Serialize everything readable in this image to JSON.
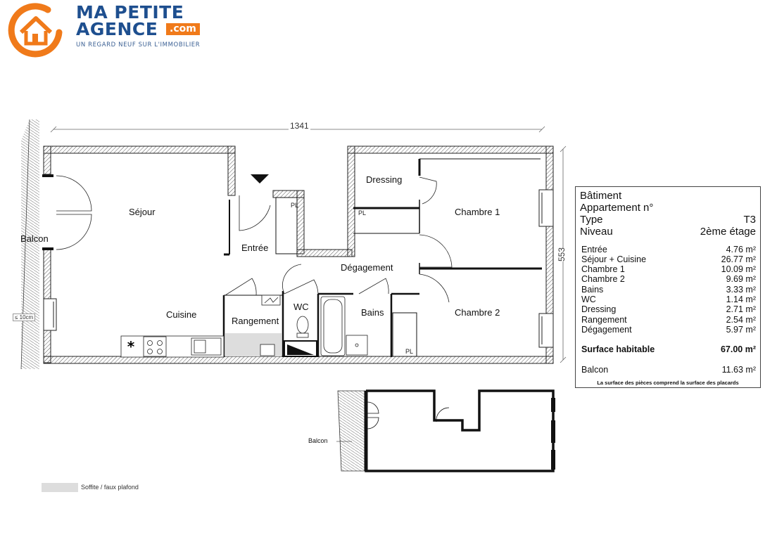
{
  "logo": {
    "line1": "MA PETITE",
    "line2": "AGENCE",
    "com": ".com",
    "tagline": "UN REGARD NEUF SUR L'IMMOBILIER",
    "color_orange": "#f07a1a",
    "color_blue": "#1e4f8f"
  },
  "plan": {
    "dimension_width": "1341",
    "dimension_height": "553",
    "rooms": {
      "sejour": "Séjour",
      "balcon": "Balcon",
      "entree": "Entrée",
      "dressing": "Dressing",
      "chambre1": "Chambre 1",
      "degagement": "Dégagement",
      "cuisine": "Cuisine",
      "rangement": "Rangement",
      "wc": "WC",
      "bains": "Bains",
      "chambre2": "Chambre 2"
    },
    "pl_label": "PL",
    "balcon_depth": "≤ 10cm",
    "mini_balcon": "Balcon",
    "legend_text": "Soffite / faux plafond"
  },
  "info": {
    "header": [
      {
        "label": "Bâtiment",
        "value": ""
      },
      {
        "label": "Appartement n°",
        "value": ""
      },
      {
        "label": "Type",
        "value": "T3"
      },
      {
        "label": "Niveau",
        "value": "2ème étage"
      }
    ],
    "surfaces": [
      {
        "label": "Entrée",
        "value": "4.76 m²"
      },
      {
        "label": "Séjour + Cuisine",
        "value": "26.77 m²"
      },
      {
        "label": "Chambre 1",
        "value": "10.09 m²"
      },
      {
        "label": "Chambre 2",
        "value": "9.69 m²"
      },
      {
        "label": "Bains",
        "value": "3.33 m²"
      },
      {
        "label": "WC",
        "value": "1.14 m²"
      },
      {
        "label": "Dressing",
        "value": "2.71 m²"
      },
      {
        "label": "Rangement",
        "value": "2.54 m²"
      },
      {
        "label": "Dégagement",
        "value": "5.97 m²"
      }
    ],
    "total_label": "Surface habitable",
    "total_value": "67.00 m²",
    "balcon_label": "Balcon",
    "balcon_value": "11.63 m²",
    "note": "La surface des pièces comprend la surface des placards"
  }
}
